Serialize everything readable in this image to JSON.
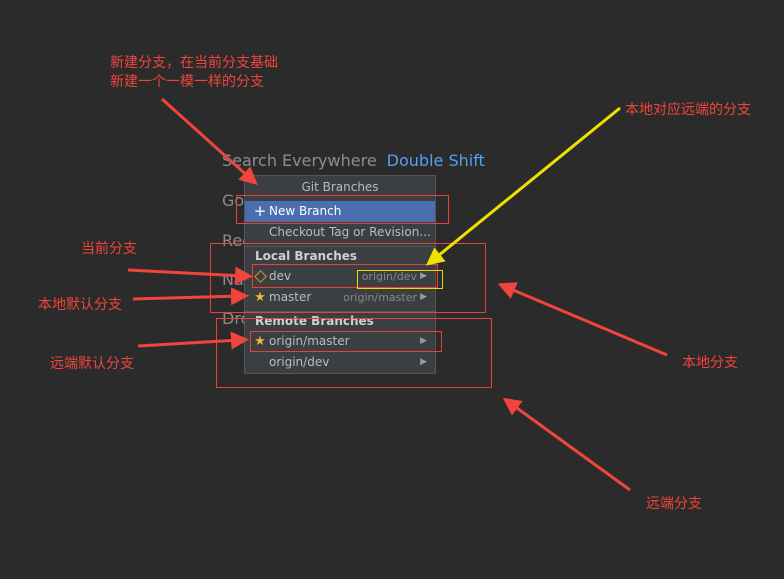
{
  "background_hints": {
    "search": "Search Everywhere",
    "search_key": "Double Shift",
    "go": "Go",
    "rec": "Rec",
    "nav": "Na",
    "dro": "Dro"
  },
  "popup": {
    "title": "Git Branches",
    "new_branch": "New Branch",
    "checkout": "Checkout Tag or Revision...",
    "local_header": "Local Branches",
    "local": [
      {
        "name": "dev",
        "tracking": "origin/dev"
      },
      {
        "name": "master",
        "tracking": "origin/master"
      }
    ],
    "remote_header": "Remote Branches",
    "remote": [
      {
        "name": "origin/master"
      },
      {
        "name": "origin/dev"
      }
    ]
  },
  "annotations": {
    "new_branch_line1": "新建分支，在当前分支基础",
    "new_branch_line2": "新建一个一模一样的分支",
    "local_remote": "本地对应远端的分支",
    "current_branch": "当前分支",
    "local_default": "本地默认分支",
    "remote_default": "远端默认分支",
    "local_branches": "本地分支",
    "remote_branches": "远端分支"
  },
  "colors": {
    "annotation": "#f0443c",
    "highlight": "#f0d800",
    "selection": "#4b6eaf",
    "shortcut": "#589df6"
  }
}
